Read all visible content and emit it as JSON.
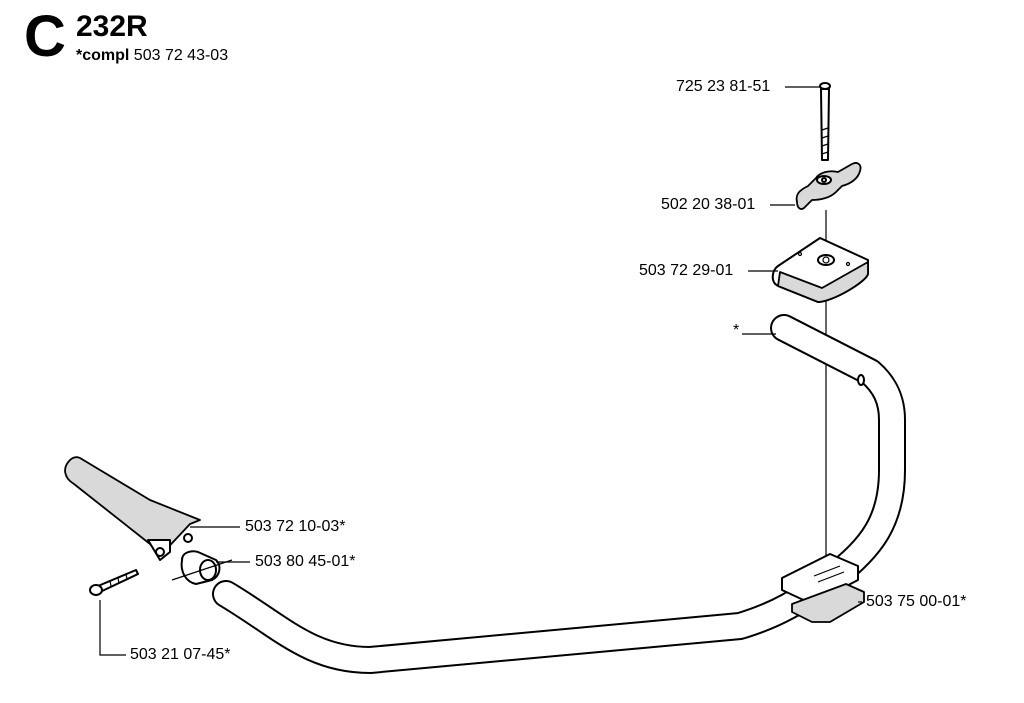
{
  "header": {
    "section_letter": "C",
    "model": "232R",
    "compl_prefix": "*compl",
    "compl_number": "503 72 43-03"
  },
  "parts": [
    {
      "id": "bolt",
      "number": "725 23 81-51"
    },
    {
      "id": "wing-knob",
      "number": "502 20 38-01"
    },
    {
      "id": "clamp-top",
      "number": "503 72 29-01"
    },
    {
      "id": "handle-bar",
      "number": "*"
    },
    {
      "id": "handle-grip",
      "number": "503 72 10-03*"
    },
    {
      "id": "bar-clamp",
      "number": "503 80 45-01*"
    },
    {
      "id": "screw",
      "number": "503 21 07-45*"
    },
    {
      "id": "mount-bracket",
      "number": "503 75 00-01*"
    }
  ]
}
